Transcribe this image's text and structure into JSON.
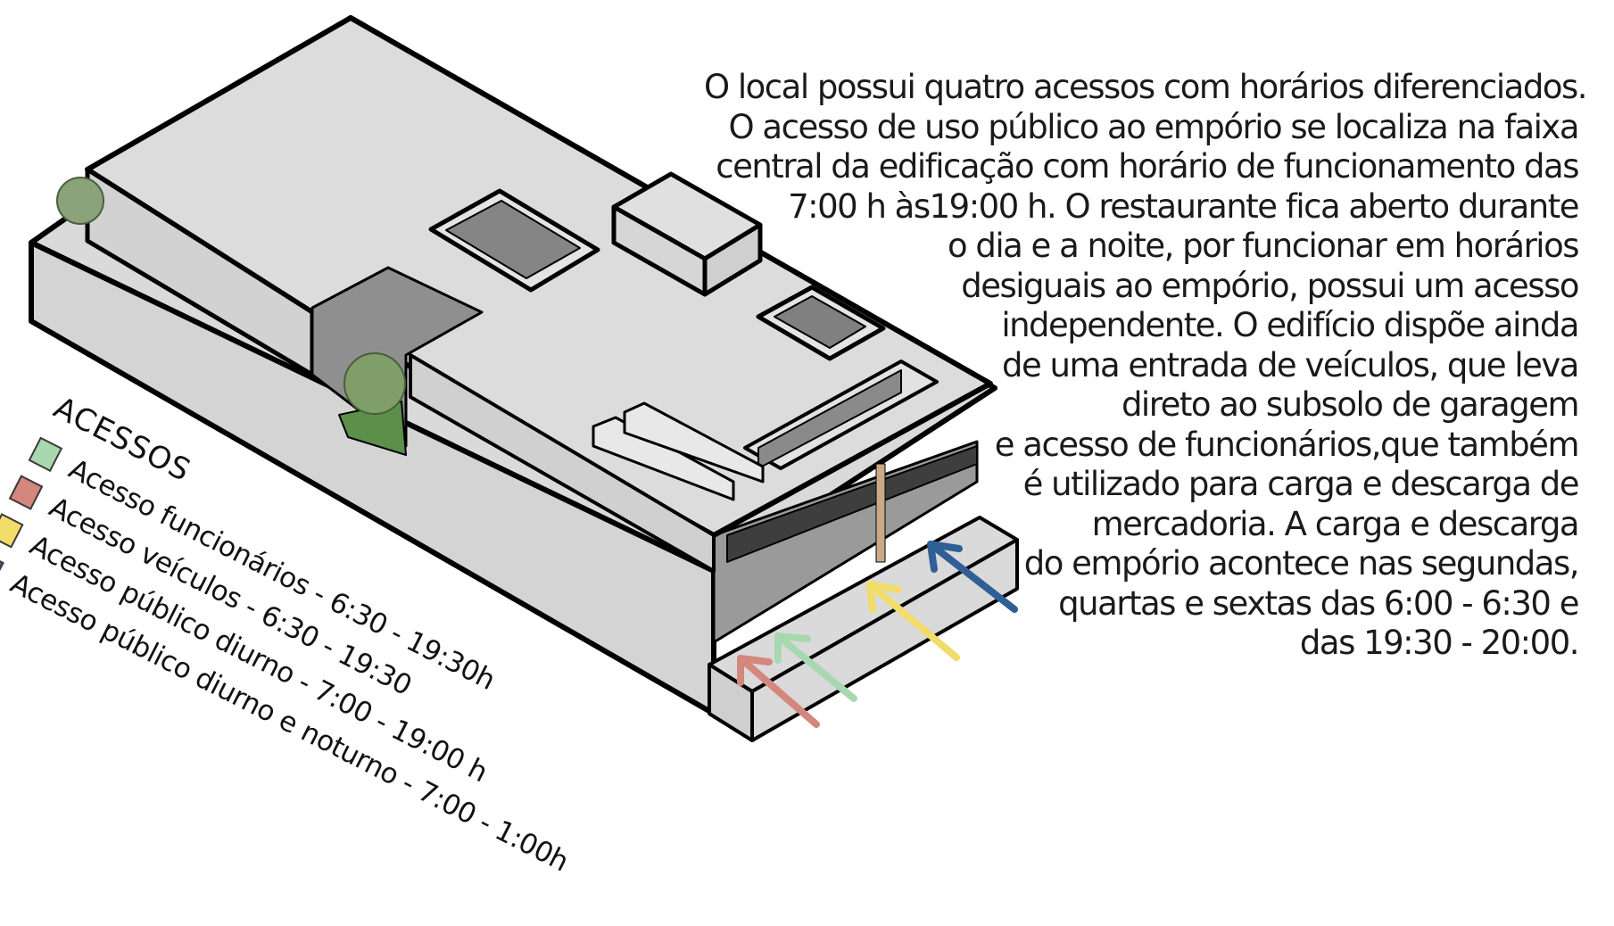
{
  "description": {
    "lines": [
      "O local possui quatro acessos com horários diferenciados.",
      "O acesso de uso público ao empório se localiza na faixa",
      "central da edificação com horário de funcionamento das",
      "7:00 h às19:00 h. O restaurante fica aberto durante",
      "o dia e a noite, por funcionar em horários",
      "desiguais ao empório, possui um acesso",
      "independente.  O edifício dispõe ainda",
      "de uma entrada de veículos, que leva",
      "direto ao subsolo de garagem",
      "e acesso de funcionários,que também",
      "é utilizado para carga e descarga de",
      "mercadoria. A carga e descarga",
      "do empório acontece nas segundas,",
      "quartas e sextas das 6:00 - 6:30 e",
      "das 19:30 - 20:00."
    ]
  },
  "legend": {
    "title": "ACESSOS",
    "items": [
      {
        "label": "Acesso funcionários - 6:30 - 19:30h",
        "color": "#a8d8b0"
      },
      {
        "label": "Acesso veículos - 6:30 - 19:30",
        "color": "#d4877d"
      },
      {
        "label": "Acesso público diurno - 7:00 - 19:00 h",
        "color": "#f2dc6a"
      },
      {
        "label": "Acesso público diurno e noturno - 7:00 - 1:00h",
        "color": "#2f5f96"
      }
    ]
  },
  "drawing": {
    "roof_color": "#dadada",
    "wall_color": "#d2d2d2",
    "glass_color": "#8f8f8f",
    "grass_color": "#5b8f4a",
    "column_color": "#c8aa86",
    "arrow_colors": [
      "#d4877d",
      "#a8d8b0",
      "#f2dc6a",
      "#2f5f96"
    ]
  }
}
